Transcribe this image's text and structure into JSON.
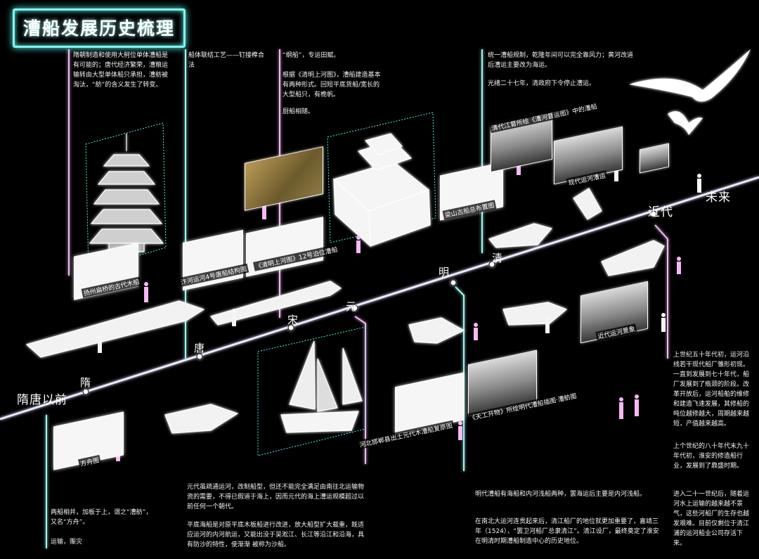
{
  "title": "漕船发展历史梳理",
  "periods": [
    "隋唐以前",
    "隋",
    "唐",
    "宋",
    "元",
    "明",
    "清",
    "近代",
    "未来"
  ],
  "texts": {
    "sui": "隋朝制造和使用大舸位单体漕船是有可能的；唐代经济繁荣，漕粮运输转由大型单体船只承担，漕舫被淘汰，“舫”的含义发生了转变。",
    "tang": "船体联结工艺——钉接榫合法",
    "song_1": "“纲船”，专运田赋。",
    "song_2": "根据《清明上河图》，漕船建造基本有两种形式。回短平底货船/宽长的大型船只，有桅帆。",
    "song_3": "厨船相随。",
    "qing_1": "统一漕船规制，乾隆年间可以完全靠风力；黄河改道后漕运主要改为海运。",
    "qing_2": "光绪二十七年，清政府下令停止漕运。",
    "pre_1": "两船相并，加板于上，谓之“漕舫”，又名“方舟”。",
    "pre_2": "运输，赈灾",
    "yuan_1": "元代虽疏通运河，改制船型，但还不能完全满足由南往北运输物资的需要，不得已假道于海上，因而元代的海上漕运规模超过以前任何一个朝代。",
    "yuan_2": "平底海船是对原平底木板船进行改进，放大船型扩大载重，既适应运河的内河航运，又能出没于吴淞江、长江等沿江和沿海，具有防沙的特性，使渐渐 被称为沙船。",
    "ming_1": "明代漕船有海船和内河浅船两种，罢海运后主要是内河浅船。",
    "ming_2": "在南北大运河连贯起来后，清江船厂的地位就更加重要了，嘉靖三年（1524），“罢卫河船厂总隶清江”。清江设厂，最终奠定了淮安在明清时期漕船制造中心的历史地位。",
    "modern_1": "上世纪五十年代初，运河沿线若干现代船厂雏形初现。一直到发展到七十年代，船厂发展到了瓶颈的阶段。改革开放后，运河船舶的维修和建造飞速发展，其修船的吨位越修越大，周期越来越短，产值越来越高。",
    "modern_2": "上个世纪的八十年代末九十年代初，淮安的修造船行业，发展到了鼎盛时期。",
    "modern_3": "进入二十一世纪后，随着运河水上运输的越来越不景气，这些河船厂的生存也越发艰难。目前仅剩位于清江浦的运河船业公司存活下来。"
  },
  "captions": {
    "pagoda": "扬州扁桥的古代木船",
    "qingming": "《清明上河图》12号泊位漕船",
    "tangboat": "汴河运河4号唐船结构图",
    "liangshan": "梁山古船总布置图",
    "qing_photo": "清代江督所绘《漕河督运图》中的漕船",
    "modern_photo": "现代运河漕运",
    "modern_scene": "近代运河景象",
    "fangzhou": "方舟图",
    "hebei": "河北邯郸县出土元代木漕船复原图",
    "tiangong": "《天工开物》所绘明代漕船插图·漕舫图"
  }
}
